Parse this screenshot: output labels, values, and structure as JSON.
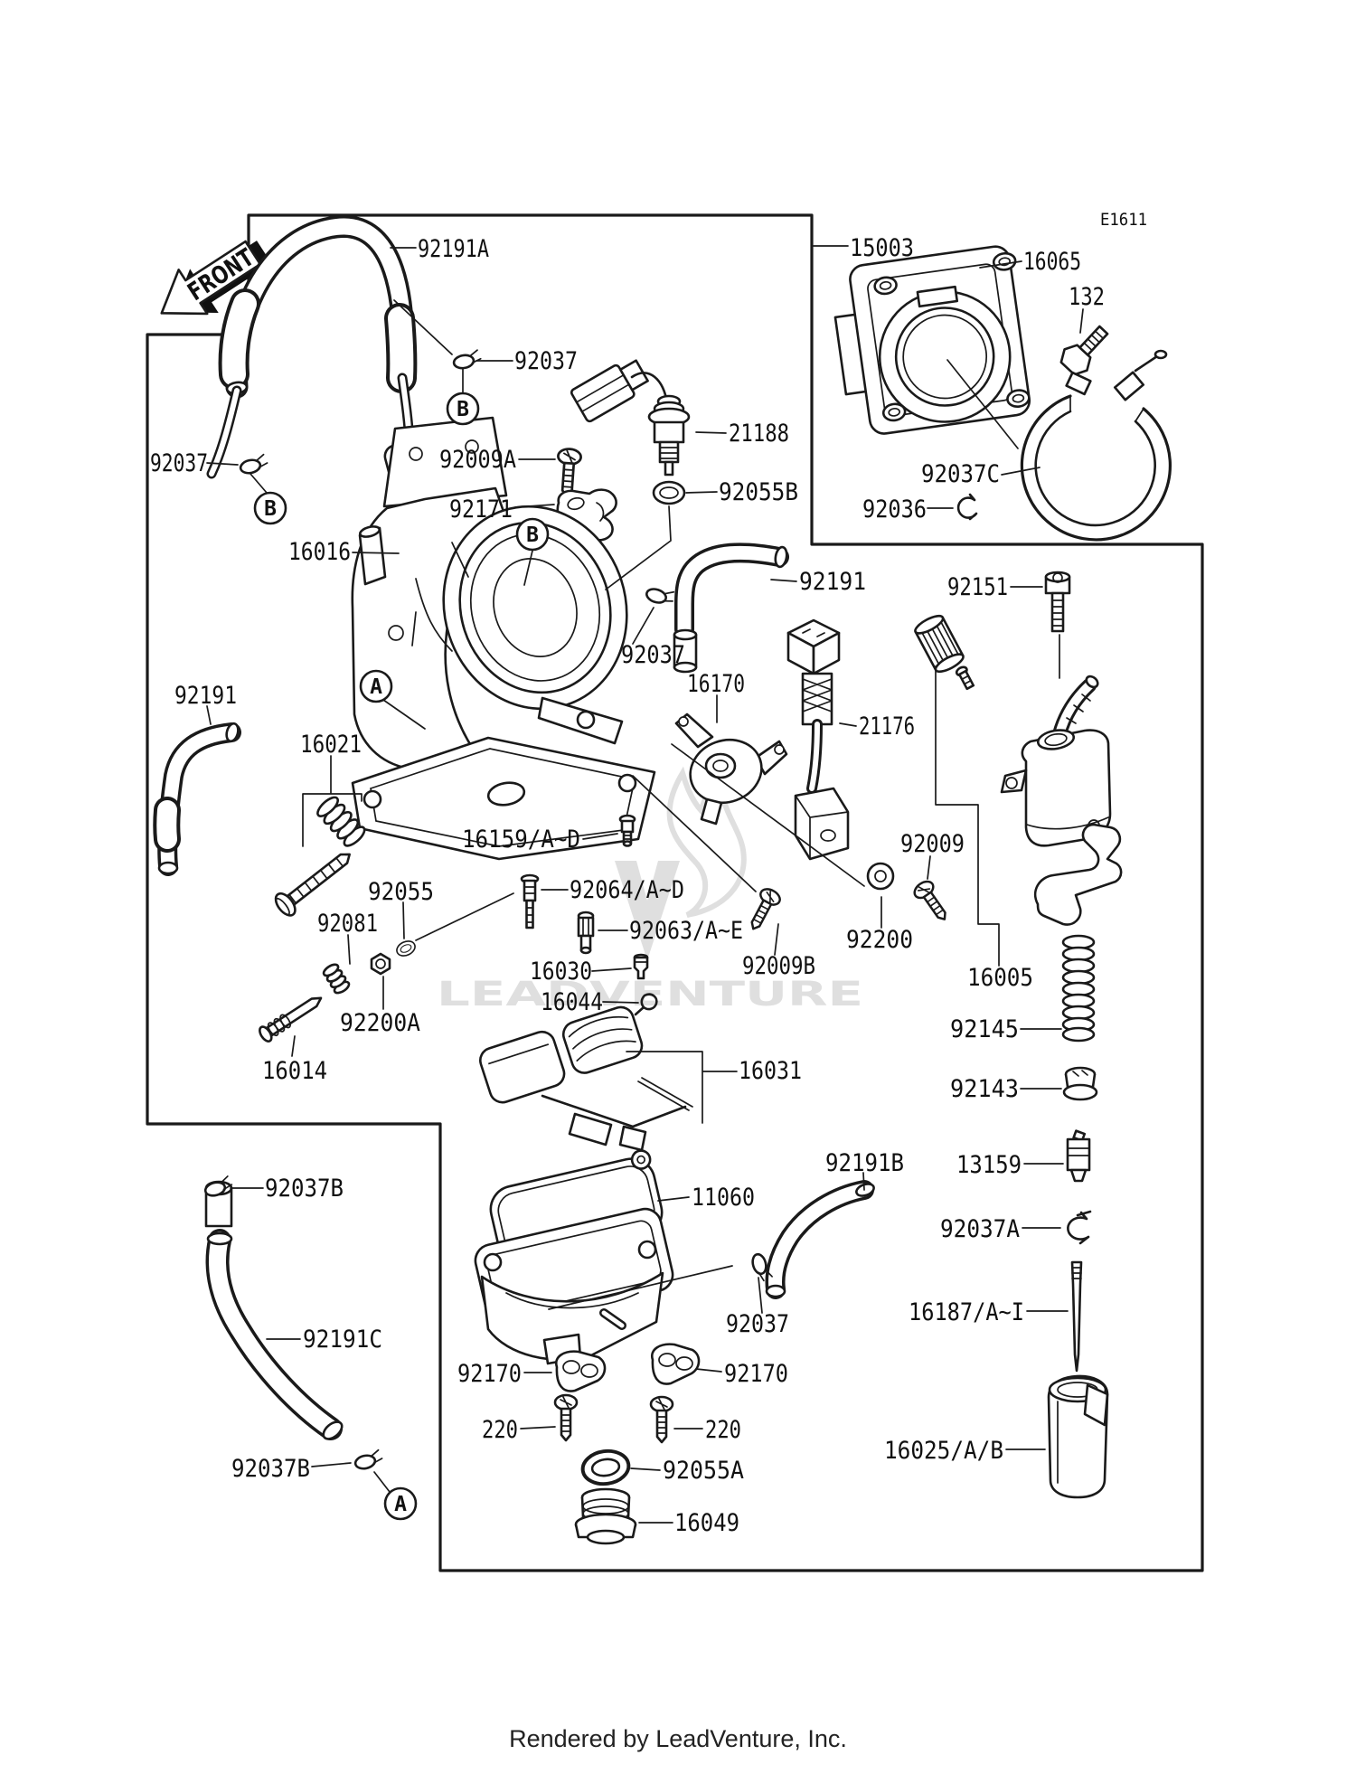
{
  "page": {
    "drawing_code": "E1611",
    "front_label": "FRONT",
    "watermark": "LEADVENTURE",
    "footer": "Rendered by LeadVenture, Inc."
  },
  "badges": {
    "a": "A",
    "b": "B"
  },
  "colors": {
    "line_color": "#1a1a1a",
    "background": "#ffffff",
    "watermark_color": "#dfdfdf"
  },
  "labels": {
    "p92191a": "92191A",
    "p15003": "15003",
    "p16065": "16065",
    "p132": "132",
    "p92037_top": "92037",
    "p21188": "21188",
    "p92009a": "92009A",
    "p92055b": "92055B",
    "p92037c": "92037C",
    "p92036": "92036",
    "p92037_left": "92037",
    "p16016": "16016",
    "p92171": "92171",
    "p92151": "92151",
    "p92191_right": "92191",
    "p92037_mid": "92037",
    "p16170": "16170",
    "p21176": "21176",
    "p92191_left": "92191",
    "p16021": "16021",
    "p16159": "16159/A~D",
    "p92055": "92055",
    "p92081": "92081",
    "p92064": "92064/A~D",
    "p92063": "92063/A~E",
    "p16030": "16030",
    "p16044": "16044",
    "p92200a": "92200A",
    "p16014": "16014",
    "p92009": "92009",
    "p92200": "92200",
    "p92009b": "92009B",
    "p16005": "16005",
    "p16031": "16031",
    "p92145": "92145",
    "p92143": "92143",
    "p13159": "13159",
    "p92037a": "92037A",
    "p16187": "16187/A~I",
    "p92191b": "92191B",
    "p11060": "11060",
    "p92037_bottom": "92037",
    "p92170_left": "92170",
    "p92170_right": "92170",
    "p220_left": "220",
    "p220_right": "220",
    "p92055a": "92055A",
    "p16049": "16049",
    "p16025": "16025/A/B",
    "p92191c": "92191C",
    "p92037b_top": "92037B",
    "p92037b_bottom": "92037B"
  }
}
